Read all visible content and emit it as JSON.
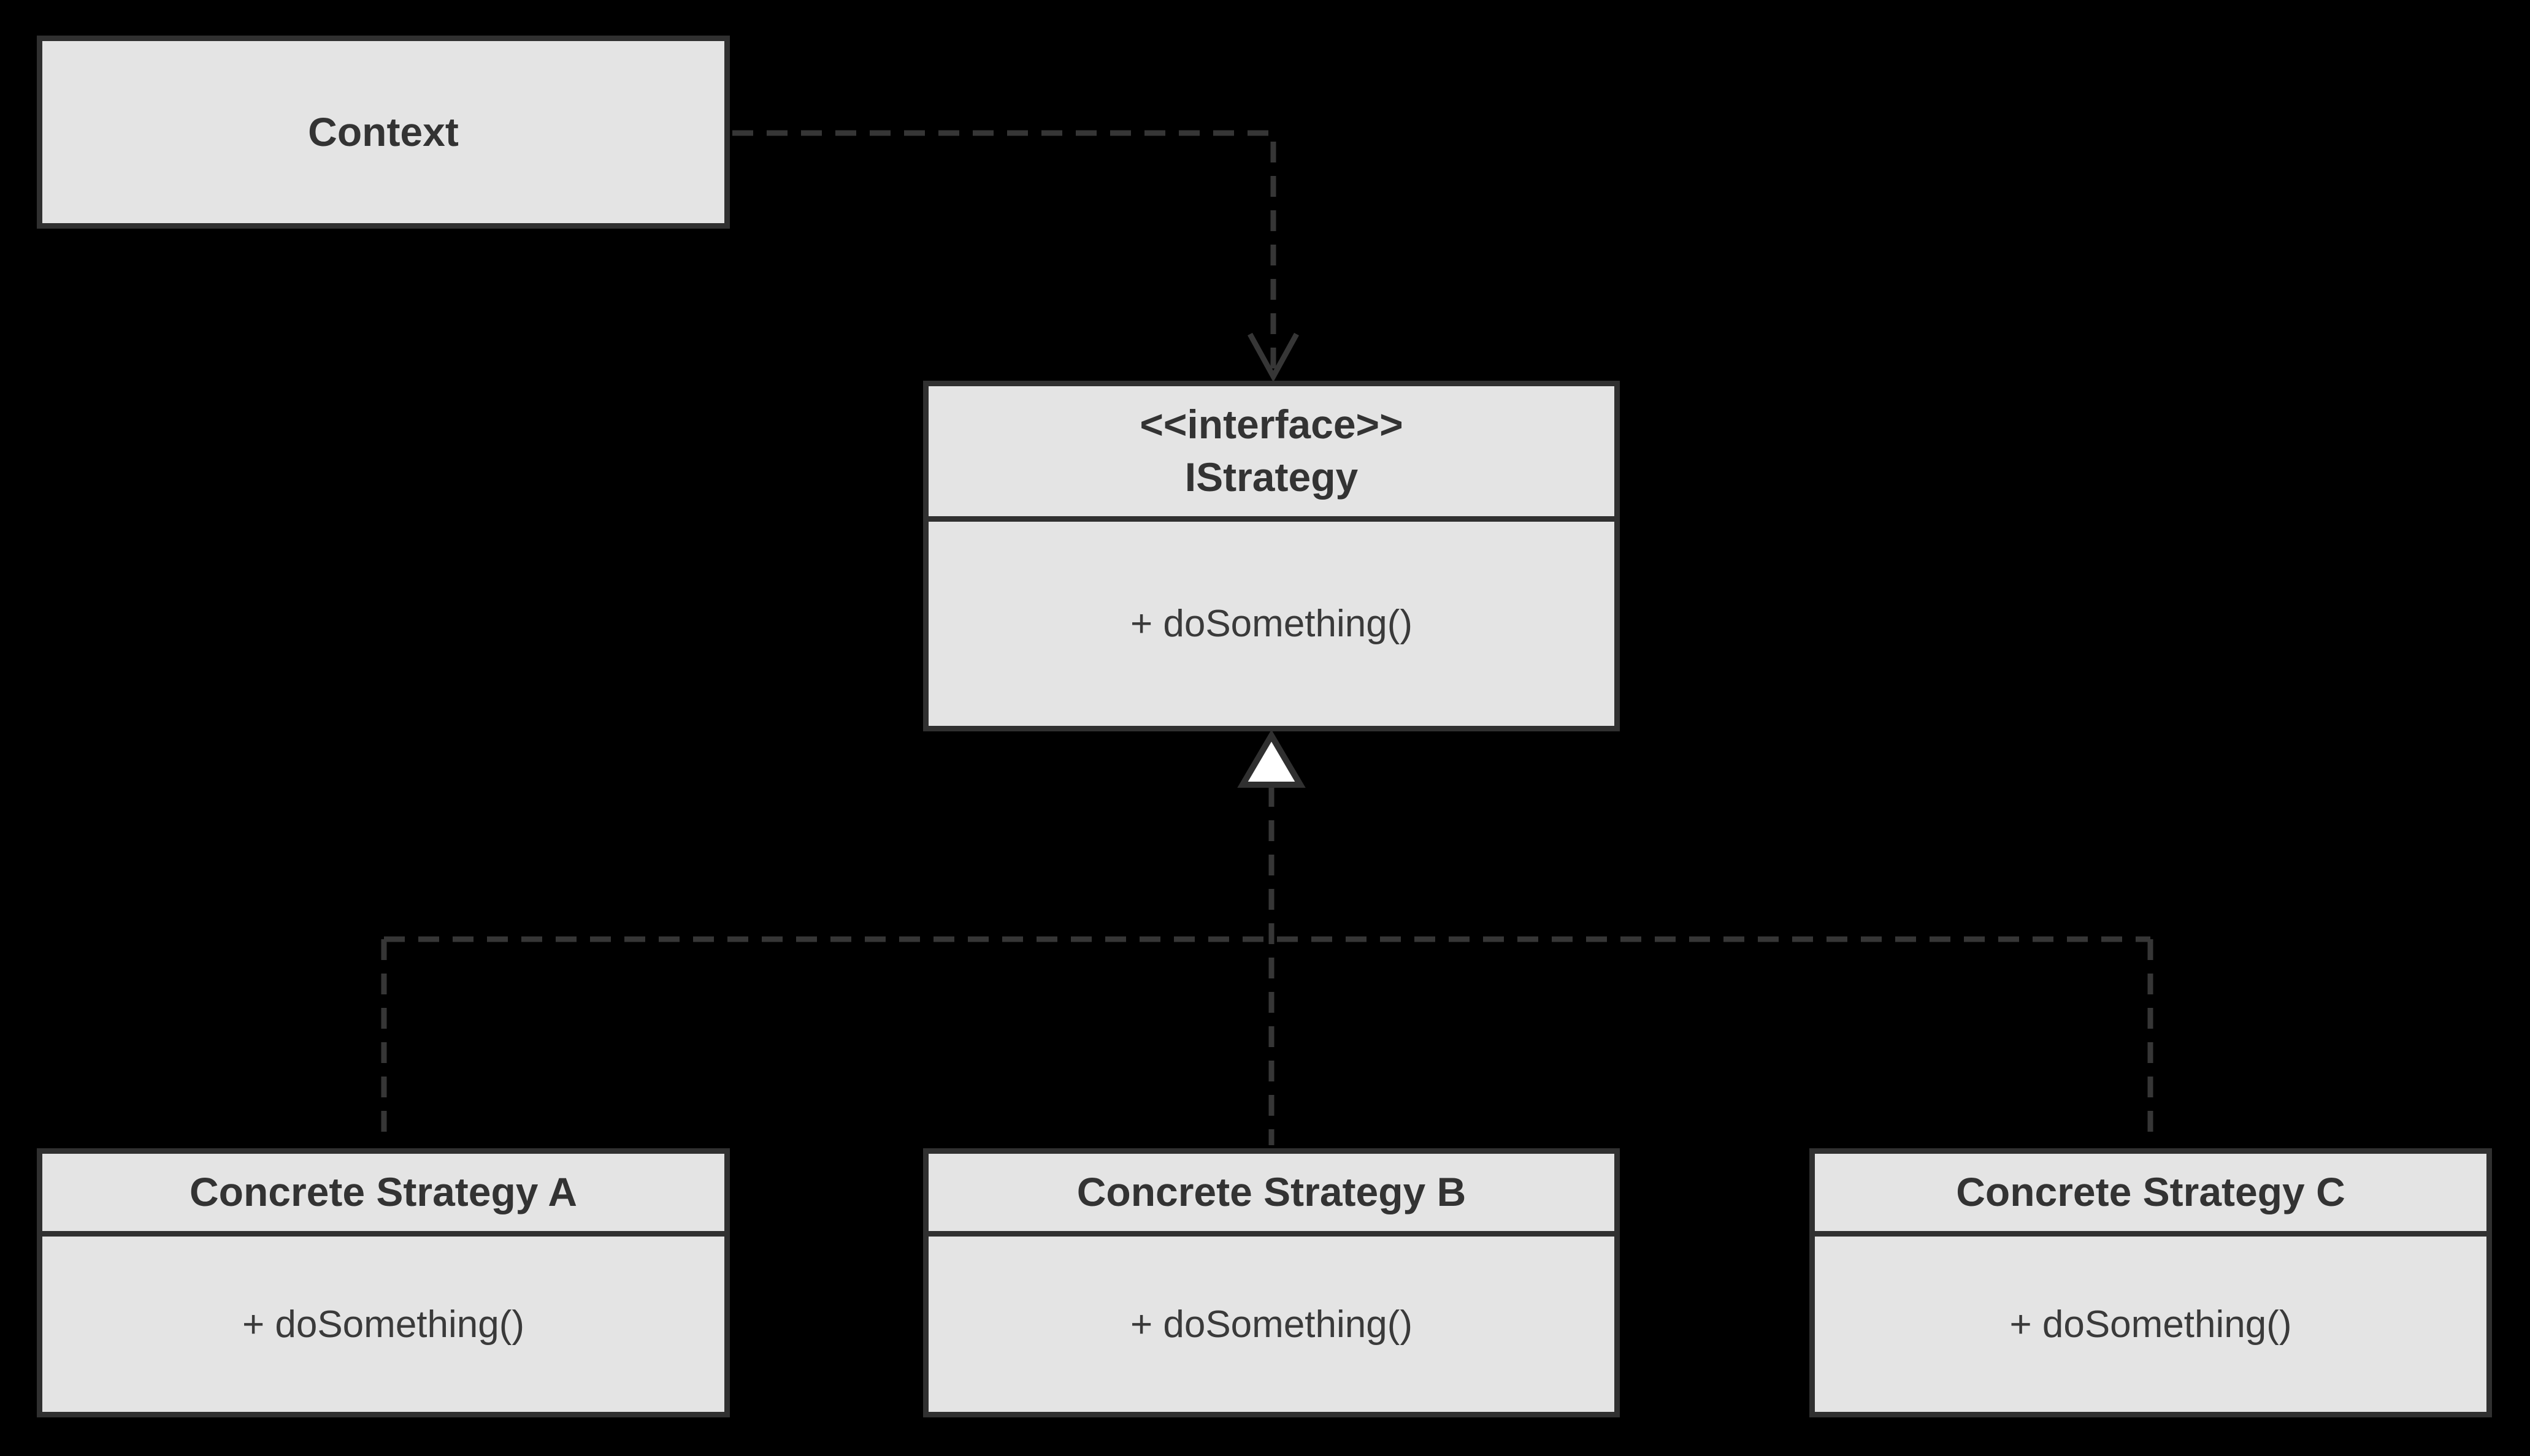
{
  "diagram": {
    "kind": "uml-class-diagram",
    "pattern": "Strategy",
    "colors": {
      "background": "#000000",
      "box_fill": "#e4e4e4",
      "box_border": "#303030",
      "connector": "#363636",
      "title_text": "#333333",
      "method_text": "#3a3a3a",
      "triangle_fill": "#ffffff"
    },
    "context": {
      "name": "Context"
    },
    "interface": {
      "stereotype": "<<interface>>",
      "name": "IStrategy",
      "method": "+ doSomething()"
    },
    "strategies": [
      {
        "name": "Concrete Strategy A",
        "method": "+ doSomething()"
      },
      {
        "name": "Concrete Strategy B",
        "method": "+ doSomething()"
      },
      {
        "name": "Concrete Strategy C",
        "method": "+ doSomething()"
      }
    ],
    "relations": {
      "dependency": "Context ..> IStrategy",
      "realization": "Concrete Strategies ..|> IStrategy"
    }
  }
}
